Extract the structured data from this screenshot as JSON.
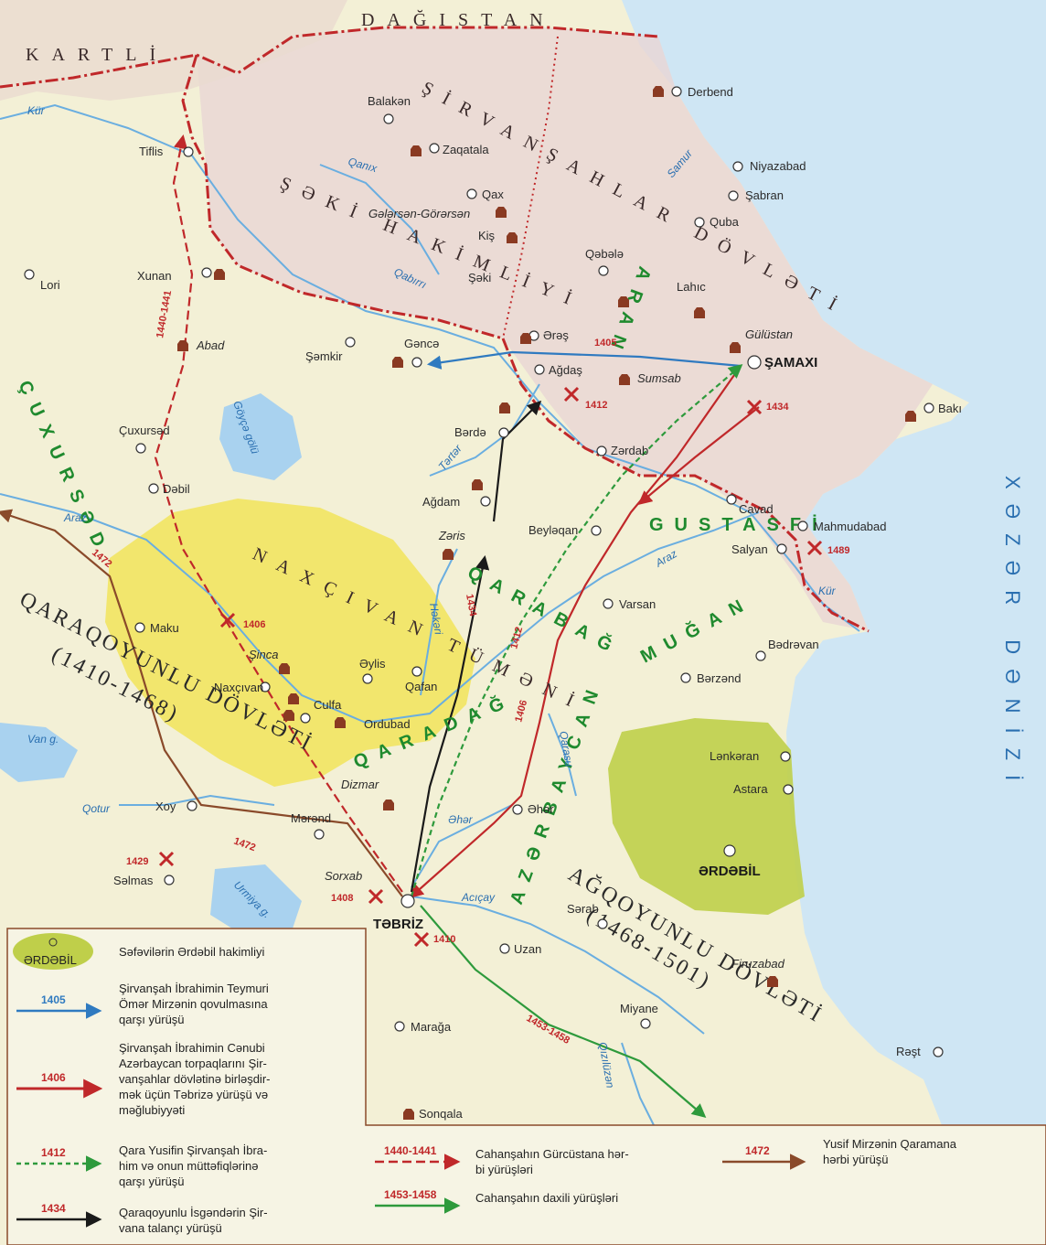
{
  "regions": {
    "dagistan": "DAĞISTAN",
    "kartli": "KARTLİ",
    "shirvanshahlar": "ŞİRVANŞAHLAR DÖVLƏTİ",
    "sheki": "ŞƏKİ HAKİMLİYİ",
    "naxcivan": "NAXÇIVAN TÜMƏNİ",
    "qaraqoyunlu": "QARAQOYUNLU DÖVLƏTİ",
    "qaraqoyunlu_years": "(1410-1468)",
    "agqoyunlu": "AĞQOYUNLU DÖVLƏTİ",
    "agqoyunlu_years": "(1468-1501)",
    "qarabag": "QARABAĞ",
    "qaradag": "QARADAĞ",
    "mugan": "MUĞAN",
    "gustasfi": "GUSTASFİ",
    "cuxursed": "ÇUXURSƏD",
    "arran": "ARAN",
    "azerbaycan": "AZƏRBAYCAN",
    "sea": "XƏZƏR DƏNİZİ"
  },
  "cities": {
    "derbend": "Derbend",
    "niyazabad": "Niyazabad",
    "sabran": "Şabran",
    "quba": "Quba",
    "balakan": "Balakən",
    "zaqatala": "Zaqatala",
    "qax": "Qax",
    "gelersen": "Gələrsən-Görərsən",
    "kiy": "Kiş",
    "sheki_city": "Şəki",
    "qebele": "Qəbələ",
    "lahic": "Lahıc",
    "tiflis": "Tiflis",
    "lori": "Lori",
    "xunan": "Xunan",
    "abad": "Abad",
    "semkir": "Şəmkir",
    "gence": "Gəncə",
    "eresh": "Ərəş",
    "agdash": "Ağdaş",
    "sumsab": "Sumsab",
    "gulustan": "Gülüstan",
    "samaxi": "ŞAMAXI",
    "baki": "Bakı",
    "berda": "Bərdə",
    "zerdab": "Zərdab",
    "cuxursed_city": "Çuxursəd",
    "debil": "Dəbil",
    "agdam": "Ağdam",
    "beylaqan": "Beyləqan",
    "cavad": "Cavad",
    "mahmudabad": "Mahmudabad",
    "salyan": "Salyan",
    "zaris": "Zəris",
    "varsan": "Varsan",
    "bedrevan": "Bədrəvan",
    "berzend": "Bərzənd",
    "maku": "Maku",
    "shinca": "Şinca",
    "naxcivan_city": "Naxçıvan",
    "culfa": "Culfa",
    "ordubad": "Ordubad",
    "eylis": "Əylis",
    "qafan": "Qafan",
    "lenkeran": "Lənkəran",
    "astara": "Astara",
    "ardabil": "ƏRDƏBİL",
    "xoy": "Xoy",
    "merend": "Mərənd",
    "dizmar": "Dizmar",
    "ehar": "Əhər",
    "selmas": "Səlmas",
    "sorxab": "Sorxab",
    "tebriz": "TƏBRİZ",
    "serab": "Sərab",
    "uzan": "Uzan",
    "meraga": "Marağa",
    "miyane": "Miyane",
    "rest": "Rəşt",
    "firuzabad": "Firuzabad",
    "sonqala": "Sonqala"
  },
  "rivers": {
    "kur": "Kür",
    "araz": "Araz",
    "araz2": "Araz",
    "qanix": "Qanıx",
    "qabirri": "Qabırrı",
    "samur": "Samur",
    "terter": "Tərtər",
    "hekeri": "Həkəri",
    "kura": "Kür",
    "qotur": "Qotur",
    "ahar": "Əhər",
    "aciçay": "Acıçay",
    "qezilozen": "Qızılüzən",
    "qarasu": "Qarasu",
    "goyce": "Göyçə gölü",
    "urmiya": "Urmiya g.",
    "vanq": "Van g."
  },
  "years": {
    "y1405": "1405",
    "y1412": "1412",
    "y1434a": "1434",
    "y1434b": "1434",
    "y1406a": "1406",
    "y1406b": "1406",
    "y1412b": "1412",
    "y1489": "1489",
    "y1472a": "1472",
    "y1472b": "1472",
    "y1429": "1429",
    "y1408": "1408",
    "y1410": "1410",
    "y1440": "1440-1441",
    "y1453": "1453-1458"
  },
  "legend": {
    "ardabil_label": "ƏRDƏBİL",
    "ardabil_text": "Səfəvilərin Ərdəbil hakimliyi",
    "l1405_year": "1405",
    "l1405_text": [
      "Şirvanşah İbrahimin Teymuri",
      "Ömər Mirzənin qovulmasına",
      "qarşı yürüşü"
    ],
    "l1406_year": "1406",
    "l1406_text": [
      "Şirvanşah İbrahimin Cənubi",
      "Azərbaycan torpaqlarını Şir-",
      "vanşahlar dövlətinə birləşdir-",
      "mək üçün Təbrizə yürüşü və",
      "məğlubiyyəti"
    ],
    "l1412_year": "1412",
    "l1412_text": [
      "Qara Yusifin Şirvanşah İbra-",
      "him və onun müttəfiqlərinə",
      "qarşı yürüşü"
    ],
    "l1434_year": "1434",
    "l1434_text": [
      "Qaraqoyunlu İsgəndərin Şir-",
      "vana talançı yürüşü"
    ],
    "l1440_year": "1440-1441",
    "l1440_text": [
      "Cahanşahın Gürcüstana hər-",
      "bi yürüşləri"
    ],
    "l1453_year": "1453-1458",
    "l1453_text": [
      "Cahanşahın daxili yürüşləri"
    ],
    "l1472_year": "1472",
    "l1472_text": [
      "Yusif Mirzənin Qaramana",
      "hərbi yürüşü"
    ]
  },
  "colors": {
    "land": "#f3f0d6",
    "sea": "#cfe6f4",
    "shirvan": "#e9d6d4",
    "yellow": "#f1e45a",
    "olive": "#bfcf4a",
    "border": "#c0282a",
    "blue_route": "#2f7ac0",
    "red_route": "#c0282a",
    "green_route": "#2e9a3c",
    "black_route": "#1a1a1a",
    "brown_route": "#8a4a2a"
  }
}
